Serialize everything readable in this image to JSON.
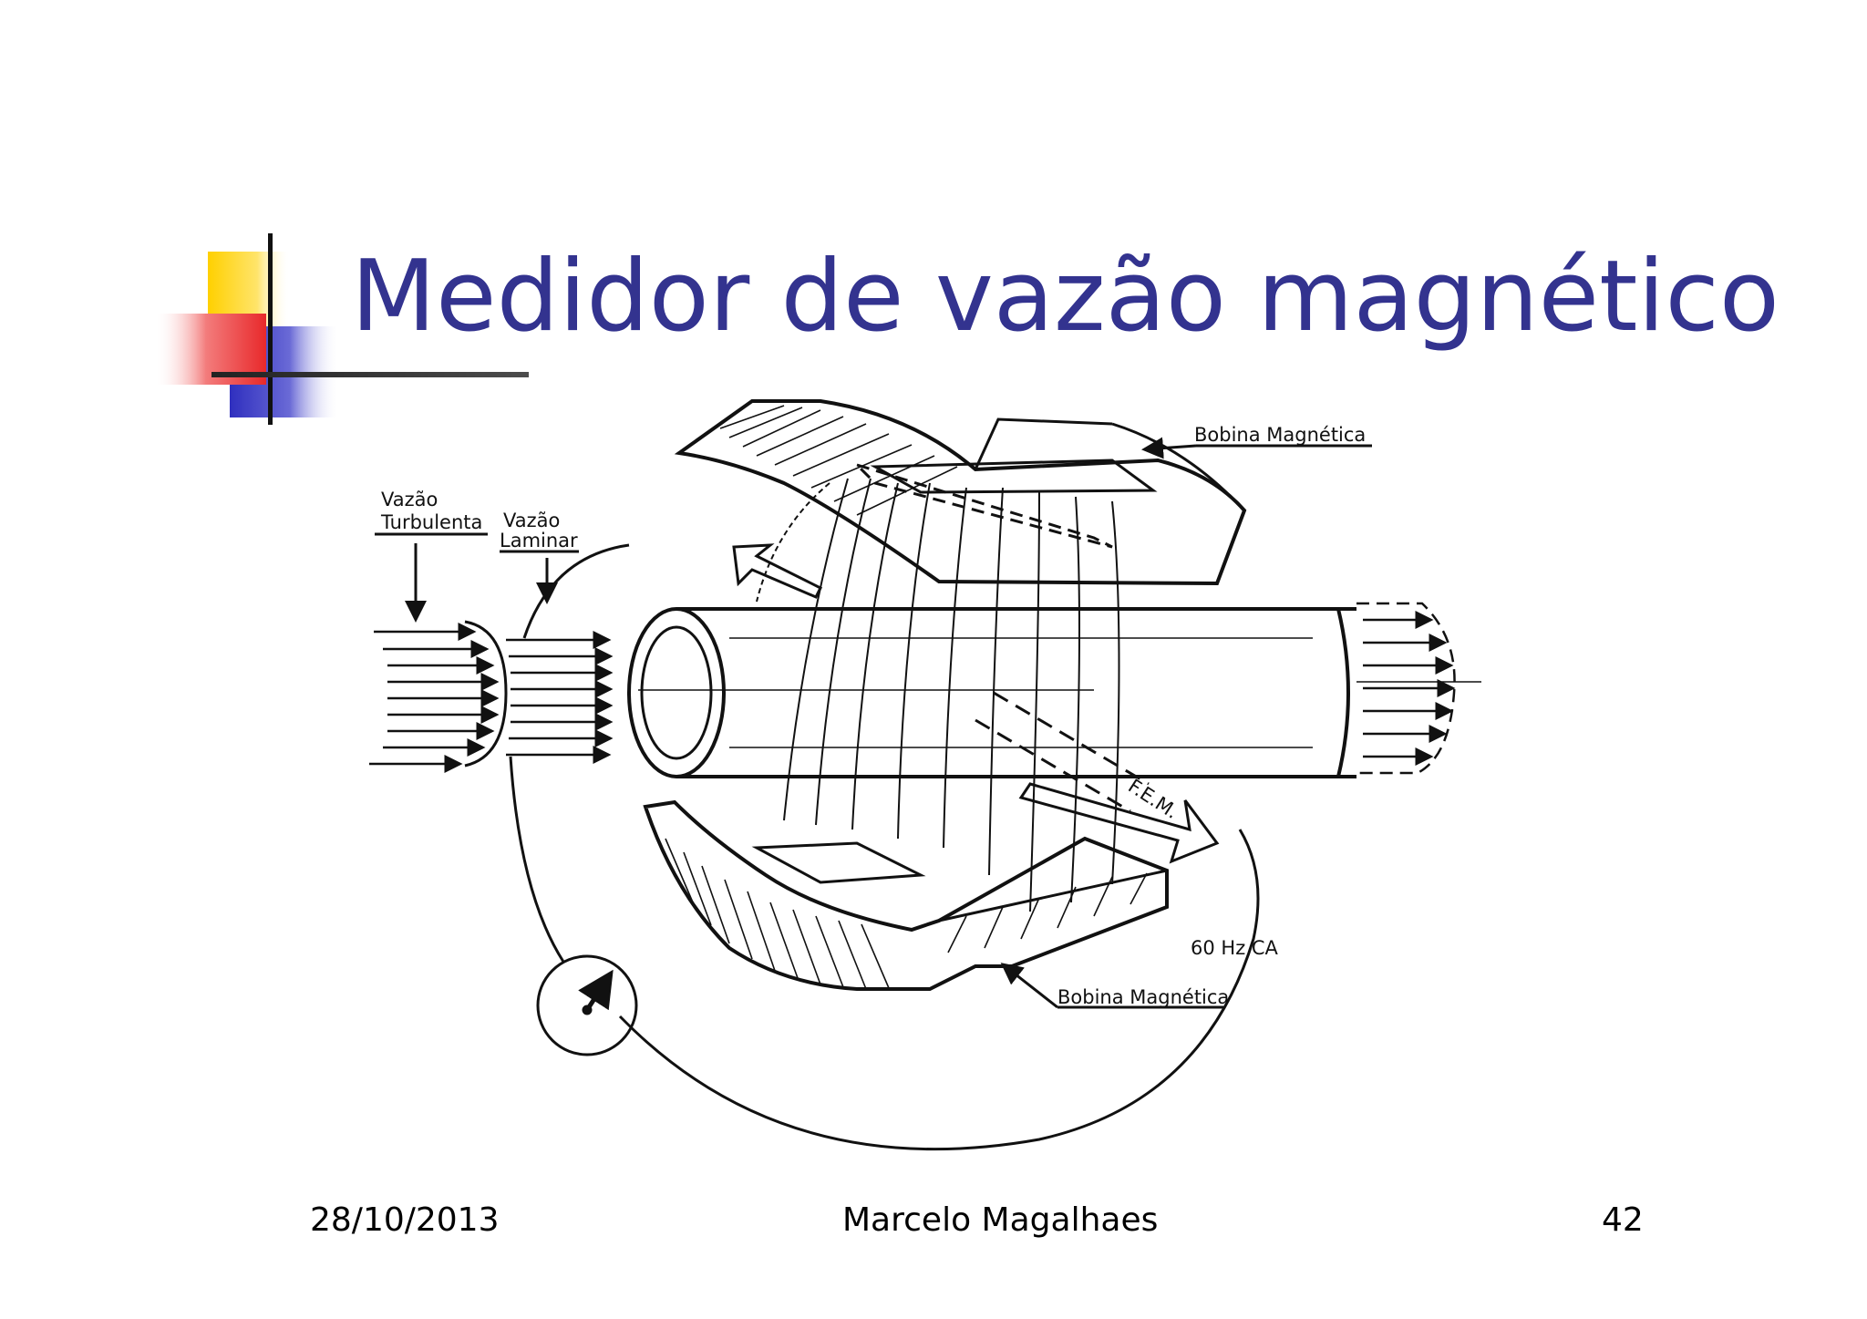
{
  "slide": {
    "title": "Medidor de vazão magnético",
    "footer": {
      "date": "28/10/2013",
      "author": "Marcelo Magalhaes",
      "page_number": "42"
    }
  },
  "diagram": {
    "labels": {
      "coil_top": "Bobina Magnética",
      "coil_bottom": "Bobina Magnética",
      "turbulent_line1": "Vazão",
      "turbulent_line2": "Turbulenta",
      "laminar_line1": "Vazão",
      "laminar_line2": "Laminar",
      "emf": "F.E.M.",
      "power": "60 Hz  CA"
    }
  },
  "colors": {
    "title": "#33338f",
    "accent_yellow": "#ffd000",
    "accent_red": "#e8292b",
    "accent_blue": "#2f2fbf"
  }
}
